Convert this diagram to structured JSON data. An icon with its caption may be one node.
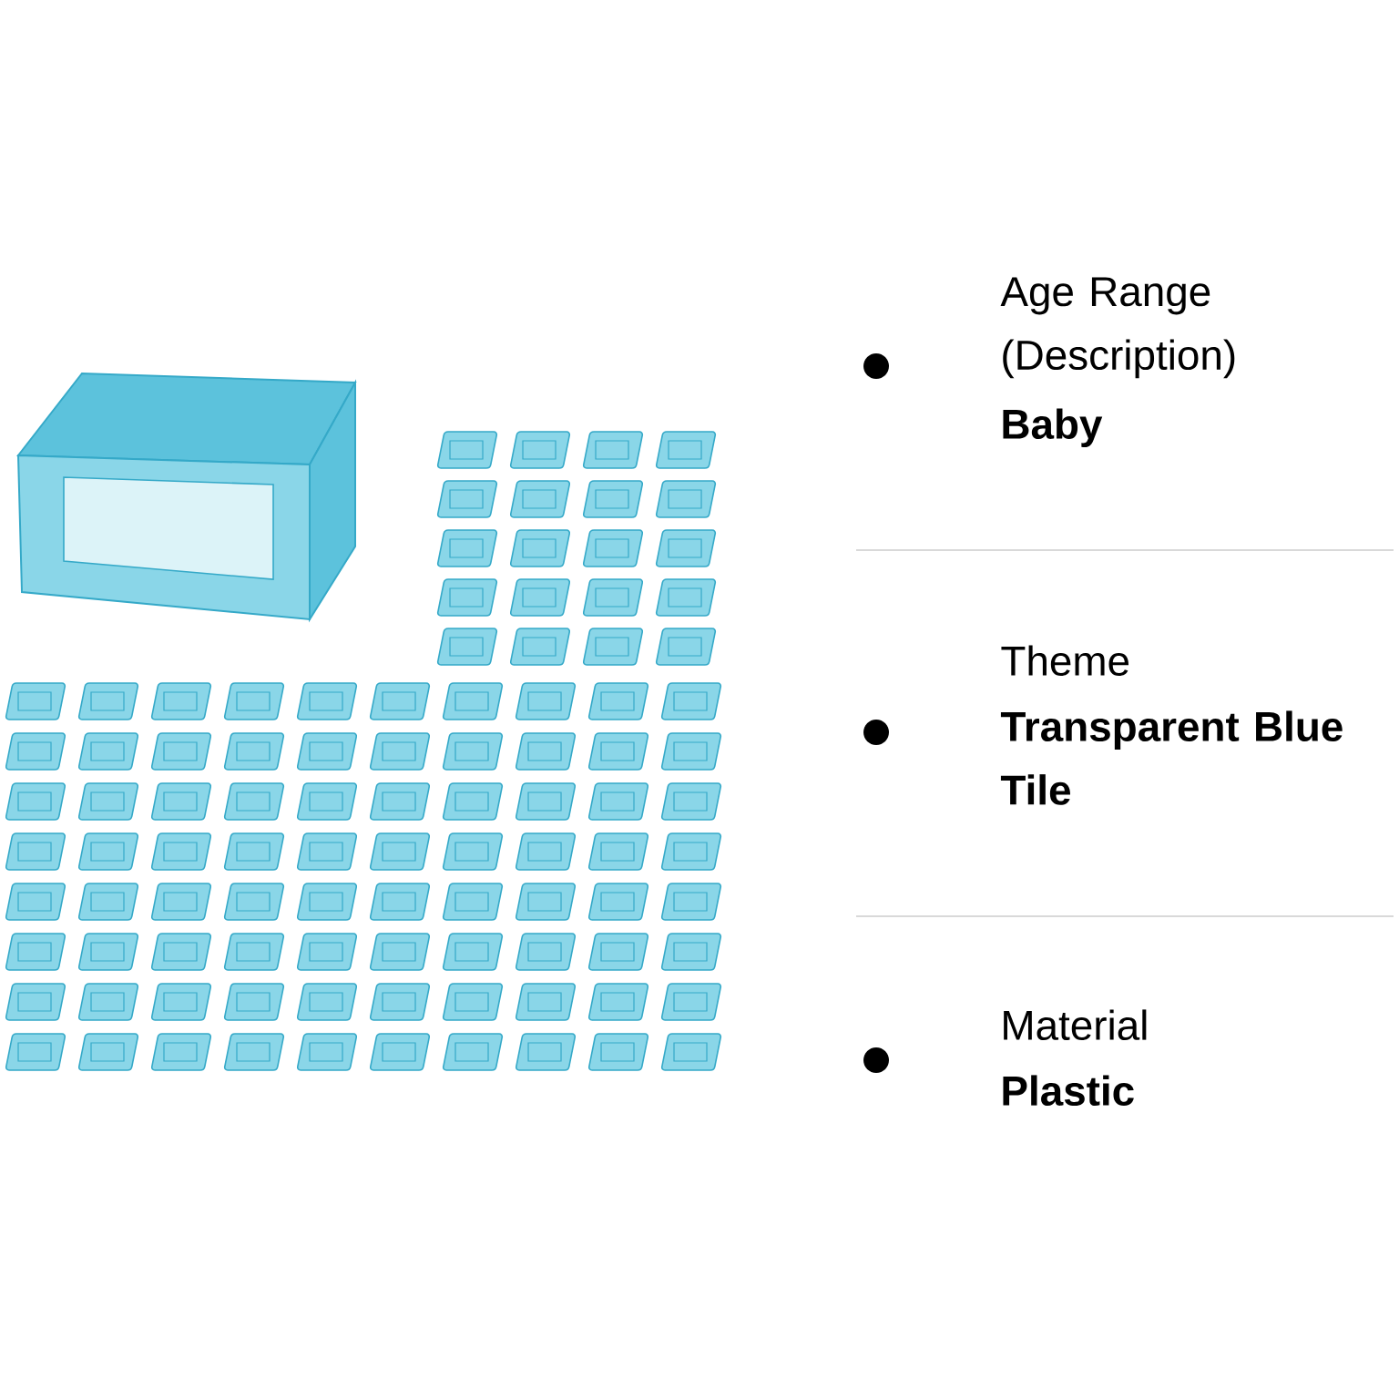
{
  "diagram": {
    "labels": [
      "Age Range (Description)",
      "Baby",
      "Theme",
      "Transparent Blue Tile",
      "Material",
      "Plastic"
    ]
  }
}
